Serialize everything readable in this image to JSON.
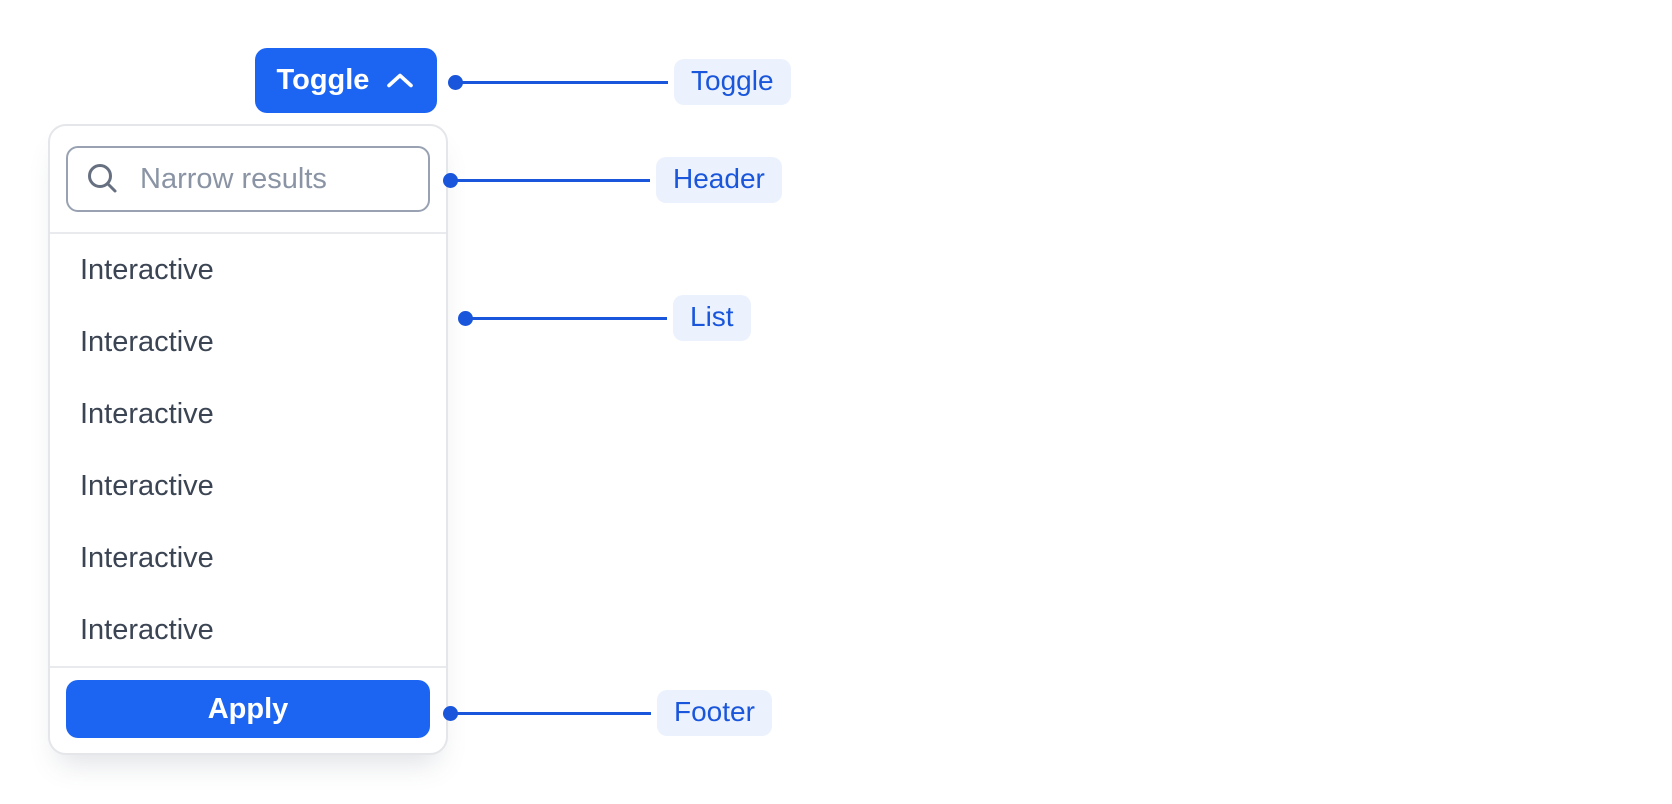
{
  "toggle": {
    "label": "Toggle"
  },
  "panel": {
    "header": {
      "search_placeholder": "Narrow results",
      "search_value": ""
    },
    "list": {
      "items": [
        {
          "label": "Interactive"
        },
        {
          "label": "Interactive"
        },
        {
          "label": "Interactive"
        },
        {
          "label": "Interactive"
        },
        {
          "label": "Interactive"
        },
        {
          "label": "Interactive"
        }
      ]
    },
    "footer": {
      "apply_label": "Apply"
    }
  },
  "annotations": {
    "toggle": {
      "label": "Toggle"
    },
    "header": {
      "label": "Header"
    },
    "list": {
      "label": "List"
    },
    "footer": {
      "label": "Footer"
    }
  },
  "colors": {
    "primary_blue": "#1C64F2",
    "annotation_blue": "#1A56DB",
    "annotation_pill_bg": "#EBF2FD",
    "panel_border": "#E4E6EA",
    "input_border": "#99A2B2",
    "item_text": "#3B4453",
    "placeholder_text": "#8A94A4",
    "background": "#FFFFFF"
  }
}
